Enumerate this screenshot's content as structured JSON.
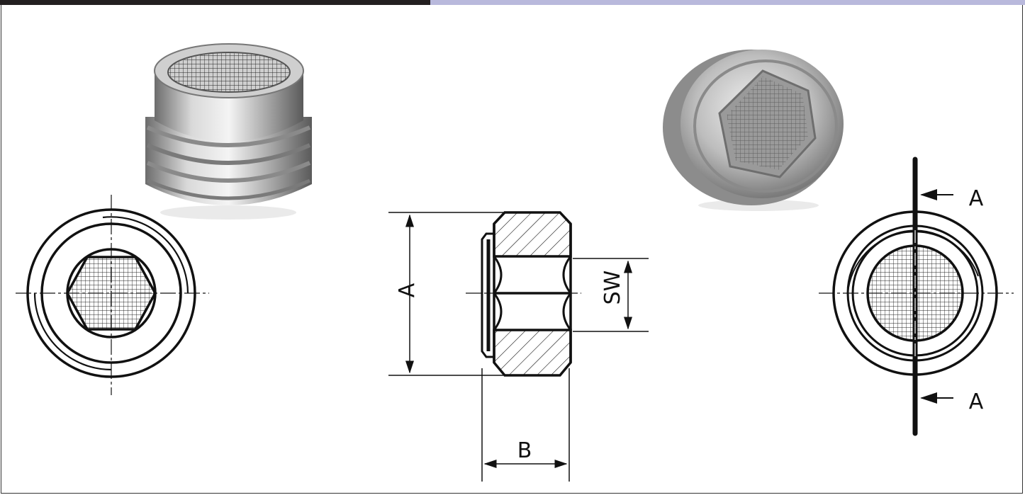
{
  "header": {
    "left_color": "#231f20",
    "right_color": "#b9b9dc"
  },
  "labels": {
    "dim_a": "A",
    "dim_b": "B",
    "dim_sw": "SW",
    "section_top": "A",
    "section_bottom": "A"
  },
  "icons": [
    "hex-socket-plug-photo",
    "threaded-plug-photo",
    "front-view-drawing",
    "section-view-drawing",
    "side-view-drawing"
  ]
}
